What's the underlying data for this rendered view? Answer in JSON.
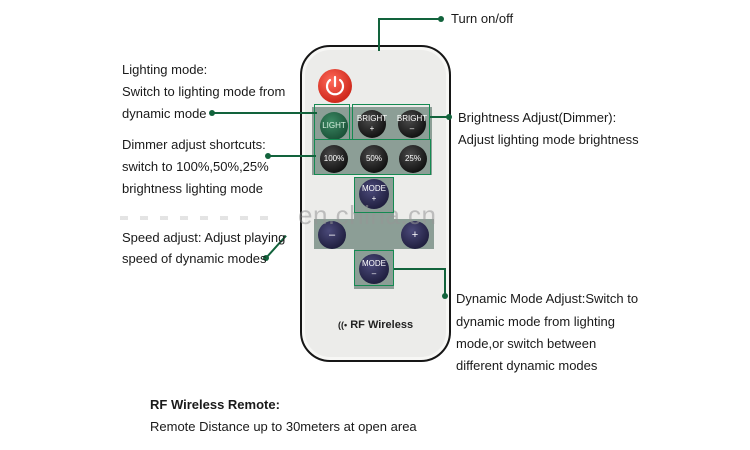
{
  "labels": {
    "turn_onoff": "Turn on/off",
    "lighting_mode_title": "Lighting mode:",
    "lighting_mode_line1": "Switch to lighting mode from",
    "lighting_mode_line2": "dynamic mode",
    "brightness_title": "Brightness Adjust(Dimmer):",
    "brightness_line1": "Adjust lighting mode brightness",
    "dimmer_title": "Dimmer adjust shortcuts:",
    "dimmer_line1": "switch to 100%,50%,25%",
    "dimmer_line2": "brightness lighting mode",
    "speed_line1": "Speed adjust: Adjust playing",
    "speed_line2": "speed of dynamic modes",
    "dynamic_line1": "Dynamic Mode Adjust:Switch to",
    "dynamic_line2": "dynamic mode from lighting",
    "dynamic_line3": "mode,or switch between",
    "dynamic_line4": "different dynamic modes",
    "remote_title": "RF Wireless Remote:",
    "remote_desc": "Remote Distance up to 30meters at open area"
  },
  "remote": {
    "light": "LIGHT",
    "bright_plus": "BRIGHT",
    "bright_plus_sign": "+",
    "bright_minus": "BRIGHT",
    "bright_minus_sign": "–",
    "p100": "100%",
    "p50": "50%",
    "p25": "25%",
    "mode_plus": "MODE",
    "mode_plus_sign": "+",
    "speed_minus": "–",
    "speed_plus": "+",
    "mode_minus": "MODE",
    "mode_minus_sign": "–",
    "brand": "RF Wireless"
  },
  "watermark": "en.china.cn",
  "colors": {
    "leader": "#12633c",
    "frame": "#158a52"
  }
}
